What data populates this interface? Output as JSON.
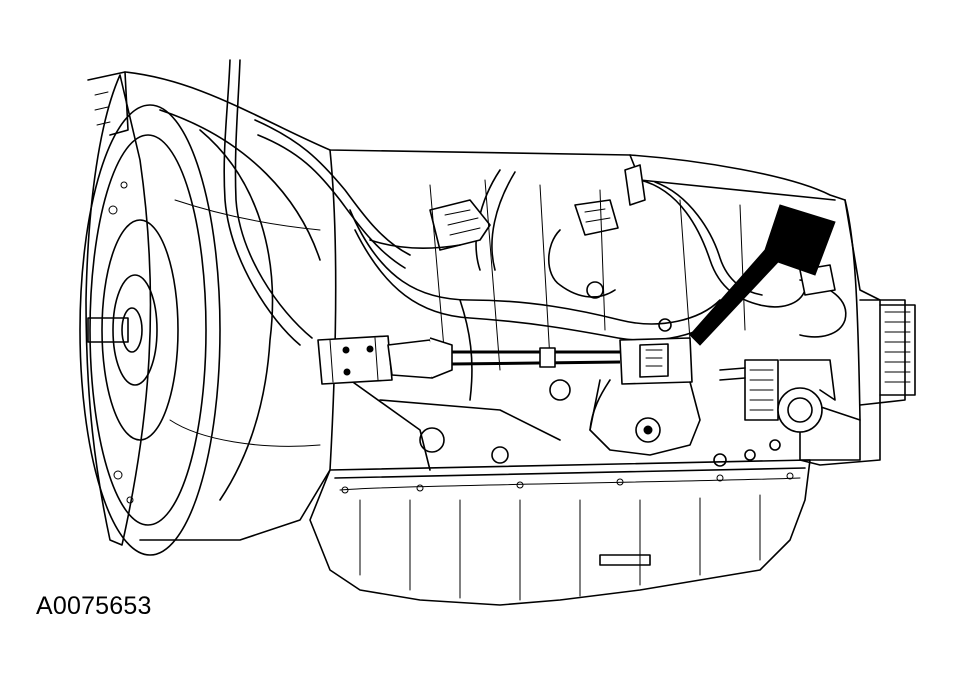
{
  "figure": {
    "id_label": "A0075653"
  },
  "colors": {
    "line": "#000000",
    "background": "#ffffff"
  },
  "callouts": [
    {
      "type": "arrow",
      "points_to": "sensor-connector"
    }
  ],
  "highlighted_parts": [
    "range-sensor",
    "connector",
    "cable"
  ]
}
